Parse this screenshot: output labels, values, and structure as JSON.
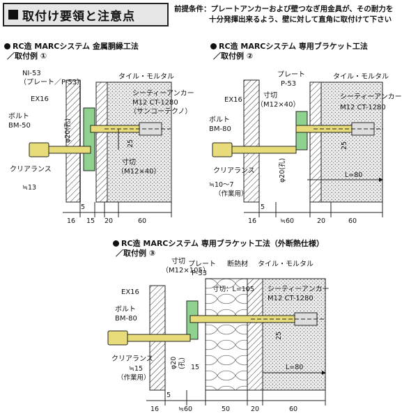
{
  "title": "取付け要領と注意点",
  "premise": {
    "line1": "前提条件：プレートアンカーおよび壁つなぎ用金具が、その耐力を",
    "line2": "十分発揮出来るよう、壁に対して直角に取付けて下さい"
  },
  "sections": [
    {
      "heading": "RC造 MARCシステム 金属胴縁工法",
      "sub": "／取付例 ①",
      "labels": {
        "ni53": "NI-53",
        "plate": "（プレート／P-53）",
        "tile": "タイル・モルタル",
        "anchor1": "シーティーアンカー",
        "anchor2": "M12 CT-1280",
        "anchor3": "（サンコーテクノ）",
        "ex16": "EX16",
        "bolt1": "ボルト",
        "bolt2": "BM-50",
        "phi20": "φ20(孔)",
        "d25": "25",
        "cut1": "寸切",
        "cut2": "（M12×40）",
        "clearance": "クリアランス",
        "approx13": "≒13"
      },
      "dims": [
        "5",
        "16",
        "15",
        "20",
        "60"
      ]
    },
    {
      "heading": "RC造 MARCシステム 専用ブラケット工法",
      "sub": "／取付例 ②",
      "labels": {
        "plate1": "プレート",
        "plate2": "P-53",
        "tile": "タイル・モルタル",
        "anchor1": "シーティーアンカー",
        "anchor2": "M12 CT-1280",
        "ex16": "EX16",
        "cut1": "寸切",
        "cut2": "（M12×40）",
        "bolt1": "ボルト",
        "bolt2": "BM-80",
        "d25": "25",
        "phi20": "φ20(孔)",
        "clearance": "クリアランス",
        "approx": "≒10～7",
        "work": "（作業用）",
        "L80": "L=80"
      },
      "dims": [
        "5",
        "16",
        "≒60",
        "20",
        "60"
      ]
    },
    {
      "heading": "RC造 MARCシステム 専用ブラケット工法（外断熱仕様）",
      "sub": "／取付例 ③",
      "labels": {
        "cut1": "寸切",
        "cut2": "（M12×105）",
        "plate1": "プレート",
        "plate2": "P-53",
        "insul": "断熱材",
        "tile": "タイル・モルタル",
        "cutL": "寸切：L=105",
        "anchor1": "シーティーアンカー",
        "anchor2": "M12 CT-1280",
        "ex16": "EX16",
        "bolt1": "ボルト",
        "bolt2": "BM-80",
        "d25": "25",
        "phi20": "φ20",
        "hole": "(孔)",
        "d15": "15",
        "clearance": "クリアランス",
        "approx15": "≒15",
        "work": "（作業用）",
        "L80": "L=80"
      },
      "dims": [
        "5",
        "16",
        "≒60",
        "50",
        "20",
        "60"
      ]
    }
  ]
}
